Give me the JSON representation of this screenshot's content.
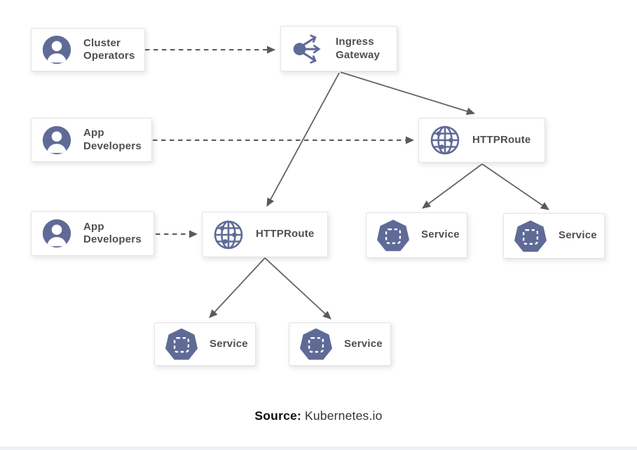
{
  "diagram": {
    "nodes": {
      "cluster_operators": {
        "label": "Cluster Operators",
        "icon": "user-icon"
      },
      "ingress_gateway": {
        "label": "Ingress Gateway",
        "icon": "load-balancer-icon"
      },
      "app_developers_mid": {
        "label": "App Developers",
        "icon": "user-icon"
      },
      "httproute_right": {
        "label": "HTTPRoute",
        "icon": "globe-icon"
      },
      "app_developers_low": {
        "label": "App Developers",
        "icon": "user-icon"
      },
      "httproute_left": {
        "label": "HTTPRoute",
        "icon": "globe-icon"
      },
      "service_right_1": {
        "label": "Service",
        "icon": "kubernetes-heptagon-icon"
      },
      "service_right_2": {
        "label": "Service",
        "icon": "kubernetes-heptagon-icon"
      },
      "service_left_1": {
        "label": "Service",
        "icon": "kubernetes-heptagon-icon"
      },
      "service_left_2": {
        "label": "Service",
        "icon": "kubernetes-heptagon-icon"
      }
    },
    "edges": [
      {
        "from": "cluster_operators",
        "to": "ingress_gateway",
        "style": "dashed"
      },
      {
        "from": "app_developers_mid",
        "to": "httproute_right",
        "style": "dashed"
      },
      {
        "from": "app_developers_low",
        "to": "httproute_left",
        "style": "dashed"
      },
      {
        "from": "ingress_gateway",
        "to": "httproute_right",
        "style": "solid"
      },
      {
        "from": "ingress_gateway",
        "to": "httproute_left",
        "style": "solid"
      },
      {
        "from": "httproute_right",
        "to": "service_right_1",
        "style": "solid"
      },
      {
        "from": "httproute_right",
        "to": "service_right_2",
        "style": "solid"
      },
      {
        "from": "httproute_left",
        "to": "service_left_1",
        "style": "solid"
      },
      {
        "from": "httproute_left",
        "to": "service_left_2",
        "style": "solid"
      }
    ]
  },
  "footer": {
    "source_label": "Source:",
    "source_text": "Kubernetes.io"
  },
  "colors": {
    "icon_slate": "#5F6B96",
    "label_text": "#4F4F4F",
    "arrow_gray": "#5A5A5A",
    "box_background": "#FFFFFF",
    "box_border": "#E4E4E4",
    "page_background": "#FFFFFF"
  }
}
